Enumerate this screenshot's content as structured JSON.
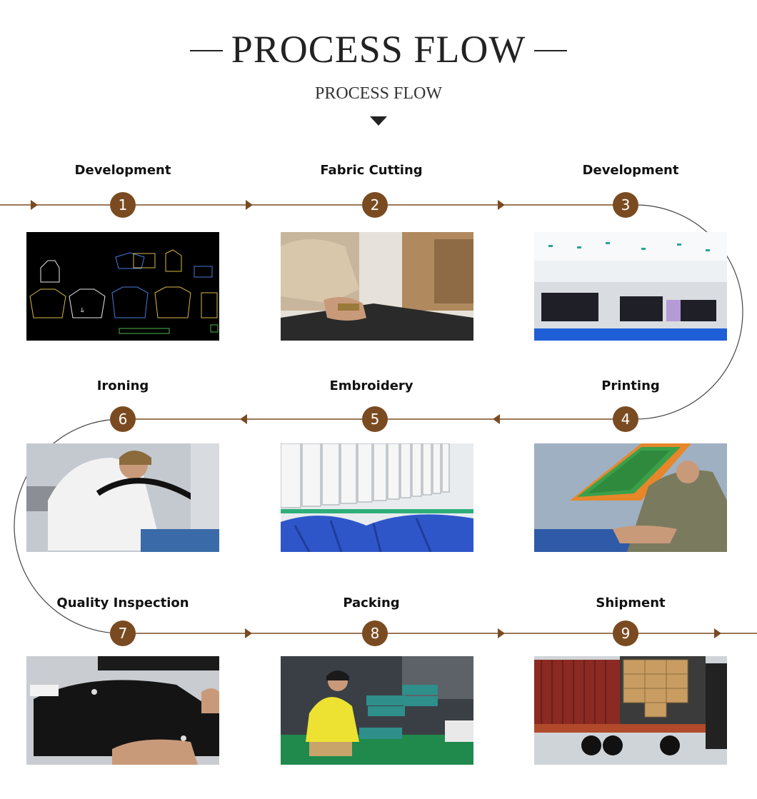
{
  "header": {
    "title": "PROCESS FLOW",
    "subtitle": "PROCESS FLOW"
  },
  "colors": {
    "accent": "#7a4b21",
    "line": "#7a4b21",
    "curve": "#555555"
  },
  "steps": [
    {
      "number": "1",
      "label": "Development",
      "image": "pattern-cad-drawing"
    },
    {
      "number": "2",
      "label": "Fabric Cutting",
      "image": "worker-cutting-fabric"
    },
    {
      "number": "3",
      "label": "Development",
      "image": "sewing-workshop"
    },
    {
      "number": "4",
      "label": "Printing",
      "image": "screen-printing"
    },
    {
      "number": "5",
      "label": "Embroidery",
      "image": "embroidery-machines"
    },
    {
      "number": "6",
      "label": "Ironing",
      "image": "worker-ironing"
    },
    {
      "number": "7",
      "label": "Quality Inspection",
      "image": "black-jeans-inspection"
    },
    {
      "number": "8",
      "label": "Packing",
      "image": "worker-packing"
    },
    {
      "number": "9",
      "label": "Shipment",
      "image": "container-truck-loading"
    }
  ]
}
